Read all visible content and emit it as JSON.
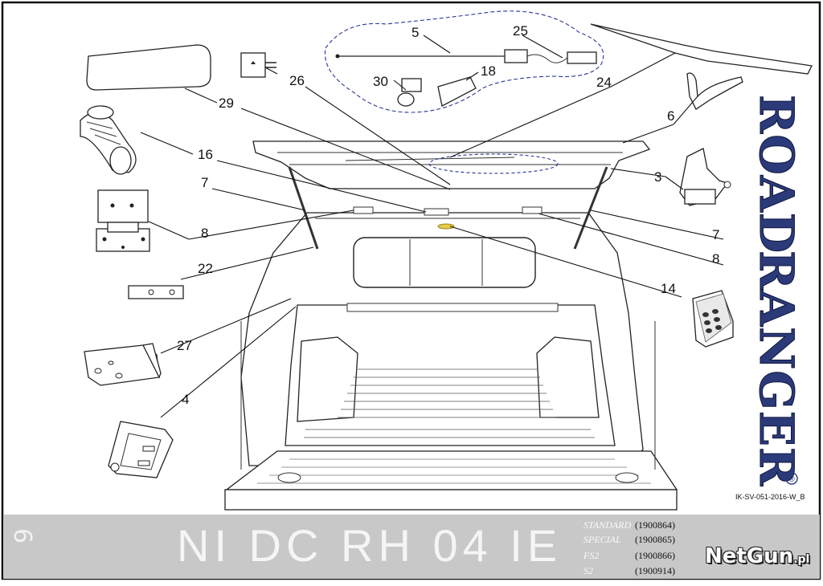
{
  "diagram": {
    "callouts": [
      {
        "id": "c5",
        "label": "5"
      },
      {
        "id": "c25",
        "label": "25"
      },
      {
        "id": "c30",
        "label": "30"
      },
      {
        "id": "c18",
        "label": "18"
      },
      {
        "id": "c24",
        "label": "24"
      },
      {
        "id": "c26",
        "label": "26"
      },
      {
        "id": "c29",
        "label": "29"
      },
      {
        "id": "c6",
        "label": "6"
      },
      {
        "id": "c16",
        "label": "16"
      },
      {
        "id": "c3",
        "label": "3"
      },
      {
        "id": "c7a",
        "label": "7"
      },
      {
        "id": "c7b",
        "label": "7"
      },
      {
        "id": "c8a",
        "label": "8"
      },
      {
        "id": "c8b",
        "label": "8"
      },
      {
        "id": "c22",
        "label": "22"
      },
      {
        "id": "c14",
        "label": "14"
      },
      {
        "id": "c27",
        "label": "27"
      },
      {
        "id": "c4",
        "label": "4"
      }
    ],
    "brand": {
      "line1": "ROAD",
      "line2": "RANGER",
      "registered": "®"
    },
    "doc_code": "IK-SV-051-2016-W_B"
  },
  "footer": {
    "page_number": "6",
    "model_code": "NI DC RH 04 IE",
    "variants": [
      {
        "name": "STANDARD",
        "code": "(1900864)"
      },
      {
        "name": "SPECIAL",
        "code": "(1900865)"
      },
      {
        "name": "FS2",
        "code": "(1900866)"
      },
      {
        "name": "S2",
        "code": "(1900914)"
      }
    ],
    "watermark": {
      "name": "NetGun",
      "domain": ".pl"
    }
  },
  "colors": {
    "brand": "#2b3a78",
    "footer_band": "#c8c8c8",
    "highlight": "#e8cc4a",
    "dashed_group": "#2a3596"
  }
}
